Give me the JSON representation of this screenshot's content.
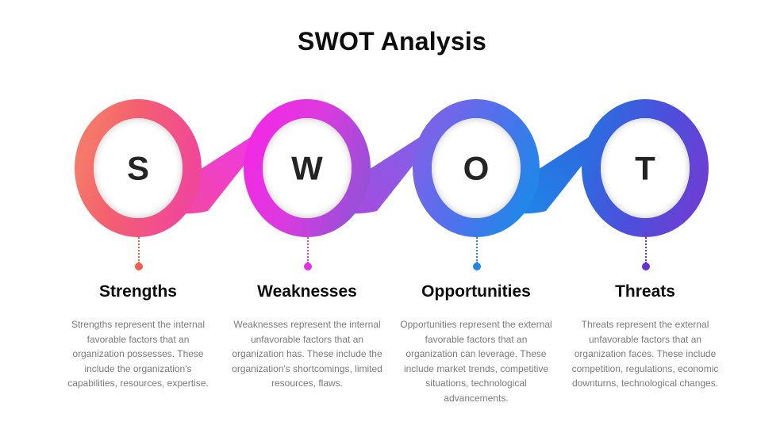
{
  "page": {
    "title": "SWOT Analysis",
    "background": "#ffffff"
  },
  "diagram": {
    "type": "swot-ring-flow",
    "nodes": [
      {
        "letter": "S",
        "label": "Strengths",
        "body": "Strengths represent the internal favorable factors that an organization possesses. These include the organization's capabilities, resources, expertise.",
        "gradient_from": "#F4706A",
        "gradient_to": "#F0479A",
        "dot_color": "#F4604F"
      },
      {
        "letter": "W",
        "label": "Weaknesses",
        "body": "Weaknesses represent the internal unfavorable factors that an organization has. These include the organization's shortcomings, limited resources, flaws.",
        "gradient_from": "#EE37E8",
        "gradient_to": "#9A4FD8",
        "dot_color": "#E431E4"
      },
      {
        "letter": "O",
        "label": "Opportunities",
        "body": "Opportunities represent the external favorable factors that an organization can leverage. These include market trends, competitive situations, technological advancements.",
        "gradient_from": "#7B63E8",
        "gradient_to": "#2583E8",
        "dot_color": "#2583E8"
      },
      {
        "letter": "T",
        "label": "Threats",
        "body": "Threats represent the external unfavorable factors that an organization faces. These include competition, regulations, economic downturns, technological changes.",
        "gradient_from": "#2E6BE0",
        "gradient_to": "#6B3FD4",
        "dot_color": "#6231D8"
      }
    ],
    "connector_ribbons": [
      {
        "from": "S",
        "to": "W",
        "gradient_from": "#F0479A",
        "gradient_to": "#EE37E8"
      },
      {
        "from": "W",
        "to": "O",
        "gradient_from": "#9A4FD8",
        "gradient_to": "#7B63E8"
      },
      {
        "from": "O",
        "to": "T",
        "gradient_from": "#2583E8",
        "gradient_to": "#2E6BE0"
      }
    ]
  }
}
